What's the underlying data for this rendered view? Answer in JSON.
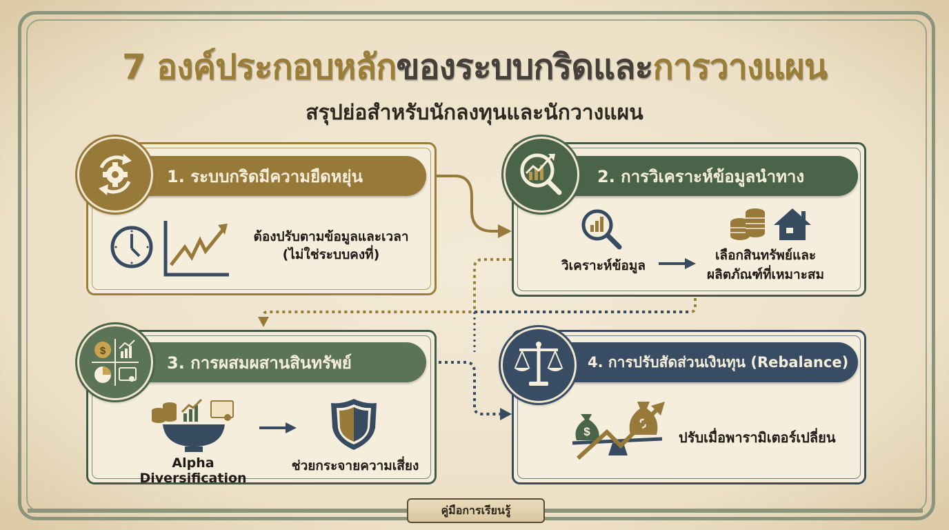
{
  "title": {
    "part1": "7 องค์ประกอบหลัก",
    "part2": "ของระบบกริดและ",
    "part3": "การวางแผน"
  },
  "subtitle": "สรุปย่อสำหรับนักลงทุนและนักวางแผน",
  "cards": [
    {
      "number": "1",
      "heading": "1. ระบบกริดมีความยืดหยุ่น",
      "medal_icon": "gear-cycle-icon",
      "icons": [
        "clock-icon",
        "rising-chart-icon"
      ],
      "text_line1": "ต้องปรับตามข้อมูลและเวลา",
      "text_line2": "(ไม่ใช่ระบบคงที่)",
      "color": "#97793a"
    },
    {
      "number": "2",
      "heading": "2. การวิเคราะห์ข้อมูลนำทาง",
      "medal_icon": "magnifier-chart-icon",
      "step1_label": "วิเคราะห์ข้อมูล",
      "step2_line1": "เลือกสินทรัพย์และ",
      "step2_line2": "ผลิตภัณฑ์ที่เหมาะสม",
      "icons": [
        "magnifier-bars-icon",
        "arrow-right-icon",
        "coins-icon",
        "house-icon"
      ],
      "color": "#4a6449"
    },
    {
      "number": "3",
      "heading": "3. การผสมผสานสินทรัพย์",
      "medal_icon": "asset-grid-icon",
      "step1_label": "Alpha Diversification",
      "step2_label": "ช่วยกระจายความเสี่ยง",
      "icons": [
        "asset-bowl-icon",
        "arrow-right-icon",
        "shield-icon"
      ],
      "color": "#5b7356"
    },
    {
      "number": "4",
      "heading": "4. การปรับสัดส่วนเงินทุน (Rebalance)",
      "medal_icon": "scale-icon",
      "text": "ปรับเมื่อพารามิเตอร์เปลี่ยน",
      "icons": [
        "money-bags-seesaw-icon"
      ],
      "color": "#384c63"
    }
  ],
  "footer": {
    "badge": "คู่มือการเรียนรู้"
  },
  "colors": {
    "gold": "#97793a",
    "green": "#4a6449",
    "navy": "#384c63",
    "paper": "#f5eedd",
    "frame": "#8a957c"
  }
}
